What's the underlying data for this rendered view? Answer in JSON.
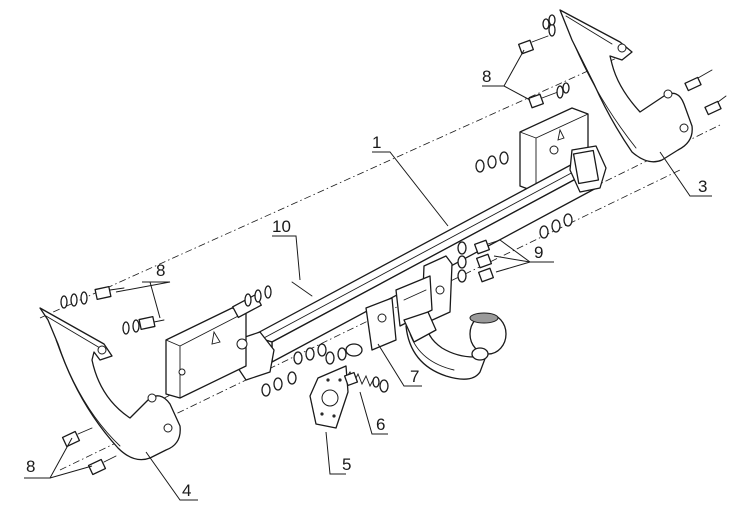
{
  "labels": [
    {
      "id": "1",
      "text": "1"
    },
    {
      "id": "3",
      "text": "3"
    },
    {
      "id": "4",
      "text": "4"
    },
    {
      "id": "5",
      "text": "5"
    },
    {
      "id": "6",
      "text": "6"
    },
    {
      "id": "7",
      "text": "7"
    },
    {
      "id": "8a",
      "text": "8"
    },
    {
      "id": "8b",
      "text": "8"
    },
    {
      "id": "8c",
      "text": "8"
    },
    {
      "id": "9",
      "text": "9"
    },
    {
      "id": "10",
      "text": "10"
    }
  ],
  "colors": {
    "line": "#1a1a1a",
    "background": "#ffffff",
    "shade": "#9a9a9a"
  }
}
